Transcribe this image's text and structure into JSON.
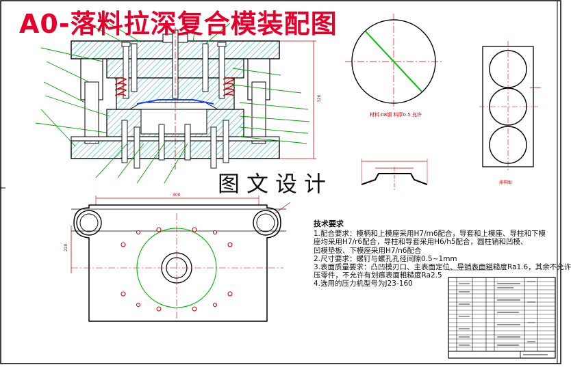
{
  "title": "A0-落料拉深复合模装配图",
  "subtitle": "图文设计",
  "tech_requirements": {
    "heading": "技术要求",
    "lines": [
      "1.配合要求：模柄和上模座采用H7/m6配合，导套和上模座、导柱和下模",
      "座均采用H7/r6配合，导柱和导套采用H6/h5配合，圆柱销和凹模、",
      "凹模垫板、下模座采用H7/n6配合",
      "2.尺寸要求：螺钉与螺孔孔径间隙0.5~1mm",
      "3.表面质量要求：凸凹模刃口、主表面定位、导销表面粗糙度Ra1.6，其余不允许",
      "压零件，不允许有划痕表面粗糙度Ra2.5",
      "4.选用的压力机型号为J23-160"
    ]
  },
  "blank_label": "材料:08钢 料厚0.5 允许",
  "strip_label": "排样图",
  "dim_top_plan": "300",
  "dim_side_plan": "220",
  "dim_right": "326",
  "colors": {
    "title": "#e4002b",
    "part_lines": "#00a000",
    "dimension": "#d00000",
    "hatch": "#00aaaa",
    "spring": "#d00000",
    "outline": "#111111"
  }
}
